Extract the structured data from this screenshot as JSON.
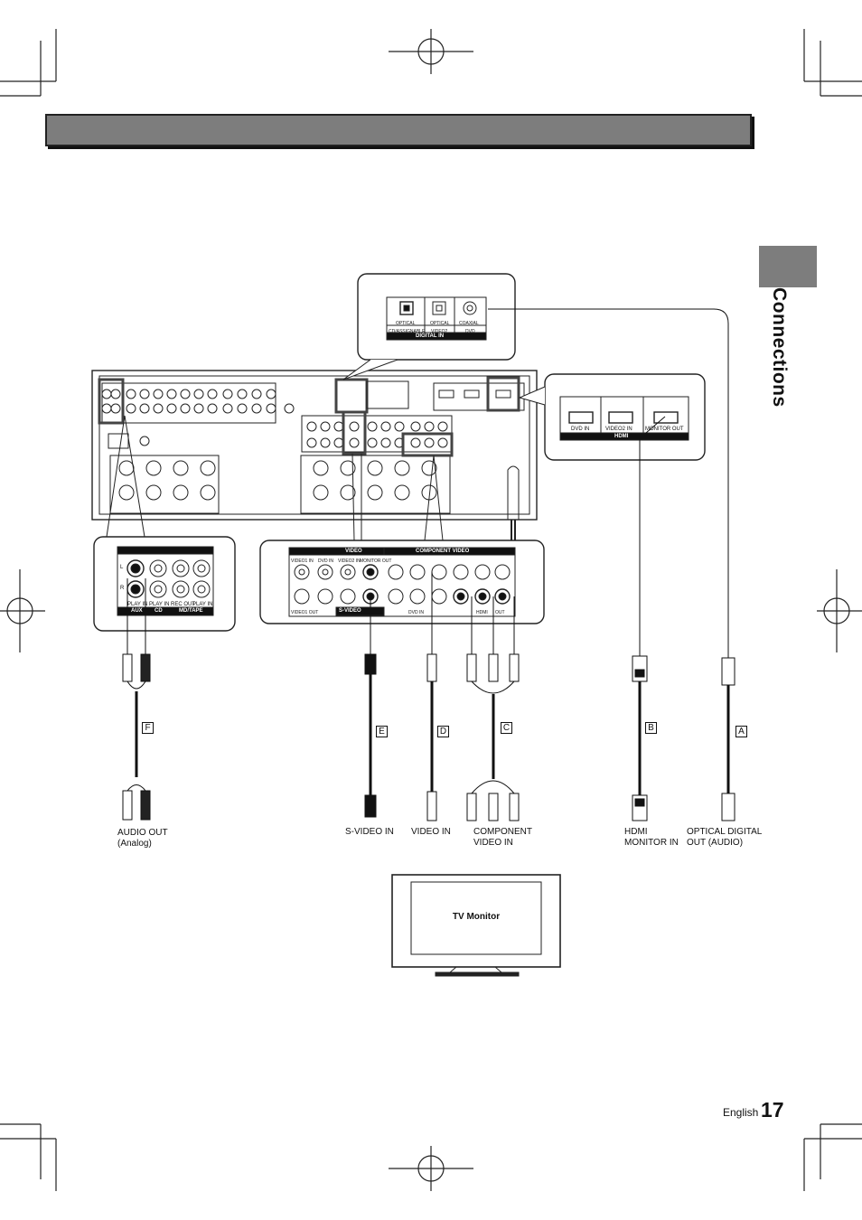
{
  "header": {
    "bar_color": "#7d7d7d"
  },
  "section": {
    "title": "Connections"
  },
  "digital_in_panel": {
    "jack_labels": [
      "OPTICAL",
      "OPTICAL",
      "COAXIAL"
    ],
    "source_labels": [
      "CD/ASSIGNABLE",
      "VIDEO2",
      "DVD"
    ],
    "group_label": "DIGITAL IN"
  },
  "hdmi_panel": {
    "jack_labels": [
      "DVD IN",
      "VIDEO2 IN",
      "MONITOR OUT"
    ],
    "group_label": "HDMI"
  },
  "audio_panel": {
    "jack_labels": [
      "PLAY IN",
      "PLAY IN",
      "REC OUT",
      "PLAY IN"
    ],
    "group_labels": [
      "AUX",
      "CD",
      "MD/TAPE"
    ],
    "channel_labels": [
      "L",
      "R"
    ]
  },
  "video_panel": {
    "header_video": "VIDEO",
    "header_component": "COMPONENT VIDEO",
    "top_labels": [
      "VIDEO1 IN",
      "DVD IN",
      "VIDEO2 IN",
      "MONITOR OUT"
    ],
    "svideo_label": "S-VIDEO",
    "svideo_sub": "VIDEO1 OUT",
    "component_labels": [
      "DVD IN",
      "HDMI",
      "OUT"
    ]
  },
  "cables": [
    {
      "letter": "F",
      "label": "AUDIO OUT\n(Analog)"
    },
    {
      "letter": "E",
      "label": "S-VIDEO IN"
    },
    {
      "letter": "D",
      "label": "VIDEO IN"
    },
    {
      "letter": "C",
      "label": "COMPONENT\nVIDEO IN"
    },
    {
      "letter": "B",
      "label": "HDMI\nMONITOR IN"
    },
    {
      "letter": "A",
      "label": "OPTICAL DIGITAL\nOUT (AUDIO)"
    }
  ],
  "tv": {
    "label": "TV Monitor"
  },
  "footer": {
    "language": "English",
    "page_number": "17"
  }
}
